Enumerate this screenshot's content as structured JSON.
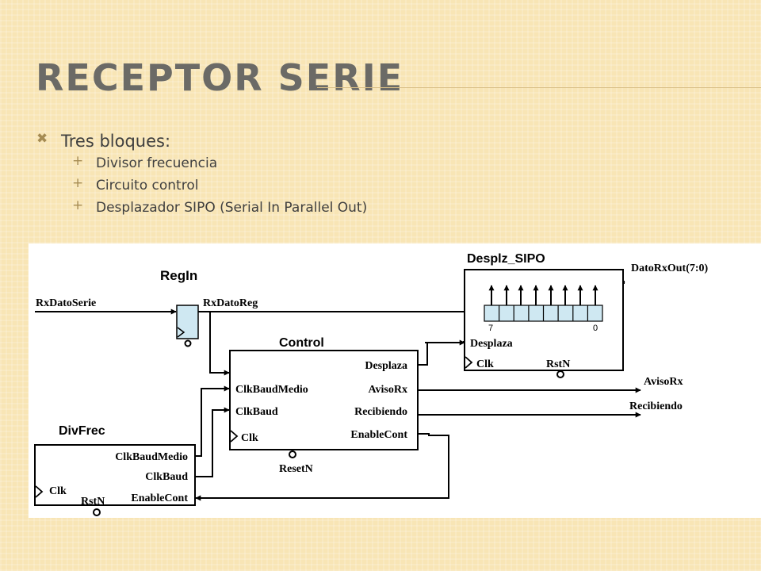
{
  "slide": {
    "title": "Receptor serie",
    "bullets": [
      {
        "text": "Tres bloques:",
        "icon": "x-bullet-icon"
      },
      {
        "text": "Divisor frecuencia",
        "icon": "plus-bullet-icon"
      },
      {
        "text": "Circuito control",
        "icon": "plus-bullet-icon"
      },
      {
        "text": "Desplazador SIPO (Serial In Parallel Out)",
        "icon": "plus-bullet-icon"
      }
    ]
  },
  "diagram": {
    "blocks": {
      "regin": {
        "name": "RegIn"
      },
      "control": {
        "name": "Control",
        "inputs": [
          "ClkBaudMedio",
          "ClkBaud",
          "Clk"
        ],
        "outputs": [
          "Desplaza",
          "AvisoRx",
          "Recibiendo",
          "EnableCont"
        ],
        "reset": "ResetN"
      },
      "divfrec": {
        "name": "DivFrec",
        "outputs": [
          "ClkBaudMedio",
          "ClkBaud"
        ],
        "inputs": [
          "Clk",
          "EnableCont"
        ],
        "reset": "RstN"
      },
      "sipo": {
        "name": "Desplz_SIPO",
        "inputs": [
          "Desplaza",
          "Clk"
        ],
        "reset": "RstN",
        "msb": "7",
        "lsb": "0"
      }
    },
    "signals": {
      "serial_in": "RxDatoSerie",
      "reg_out": "RxDatoReg",
      "data_out": "DatoRxOut(7:0)",
      "aviso": "AvisoRx",
      "recibiendo": "Recibiendo"
    }
  },
  "colors": {
    "background": "#f8e5b5",
    "title": "#6b6a66",
    "bullet": "#a58b52",
    "register_cell": "#cfe8f2"
  }
}
